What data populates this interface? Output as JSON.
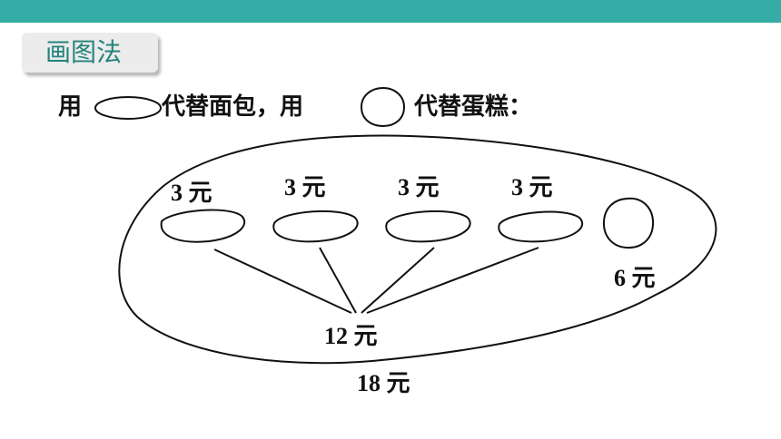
{
  "header": {
    "bar_color": "#35ada6"
  },
  "method_label": "画图法",
  "instruction": {
    "part1": "用",
    "part2": "代替面包，用",
    "part3": "代替蛋糕：",
    "bread_icon": "oval-icon",
    "cake_icon": "circle-icon"
  },
  "diagram": {
    "bread_prices": [
      "3 元",
      "3 元",
      "3 元",
      "3 元"
    ],
    "cake_price": "6 元",
    "bread_total": "12 元",
    "grand_total": "18 元"
  }
}
